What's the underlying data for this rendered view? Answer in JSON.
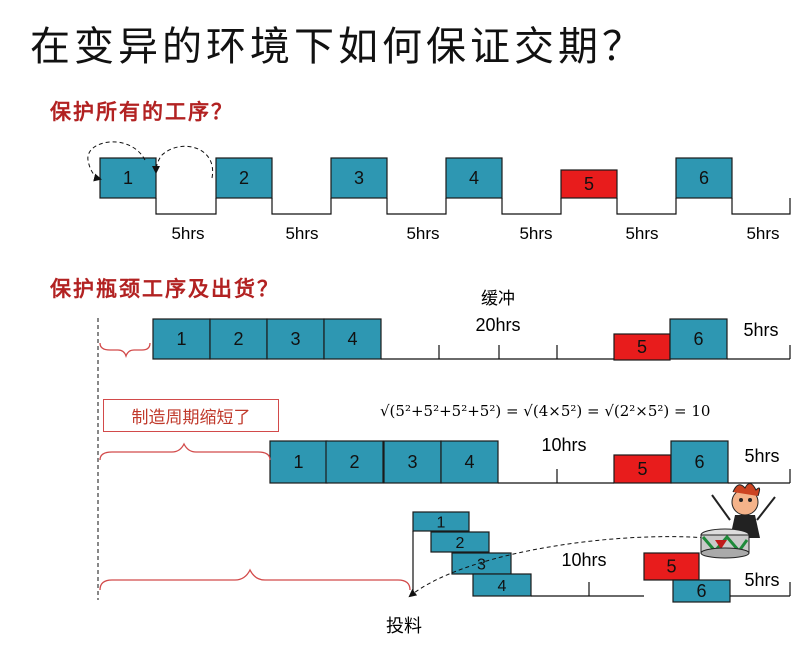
{
  "title": "在变异的环境下如何保证交期？",
  "section1": {
    "title": "保护所有的工序？",
    "ops": [
      "1",
      "2",
      "3",
      "4",
      "5",
      "6"
    ],
    "buffer_label": "5hrs"
  },
  "section2": {
    "title": "保护瓶颈工序及出货？",
    "buffer_text": "缓冲",
    "buffer_hours": "20hrs",
    "end_buffer": "5hrs",
    "ops": [
      "1",
      "2",
      "3",
      "4",
      "5",
      "6"
    ],
    "callout": "制造周期缩短了",
    "formula": "√(5²+5²+5²+5²) = √(4×5²) = √(2²×5²) = 10",
    "row2_buffer": "10hrs",
    "row2_end": "5hrs",
    "row3_buffer": "10hrs",
    "row3_end": "5hrs",
    "release_label": "投料"
  },
  "colors": {
    "teal": "#2e97b2",
    "red": "#e81c1c",
    "dark_red": "#b22222"
  }
}
